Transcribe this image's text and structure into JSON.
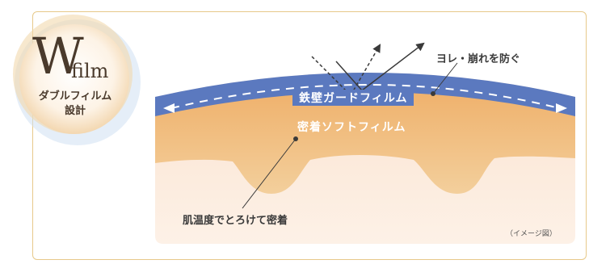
{
  "badge": {
    "logo_letter": "W",
    "logo_word": "film",
    "subtitle_line1": "ダブルフィルム",
    "subtitle_line2": "設計"
  },
  "labels": {
    "guard_film": "鉄壁ガードフィルム",
    "soft_film": "密着ソフトフィルム",
    "prevent": "ヨレ・崩れを防ぐ",
    "melt": "肌温度でとろけて密着",
    "note": "（イメージ図）"
  },
  "colors": {
    "frame_border": "#e7c98a",
    "guard_film": "#5b79bf",
    "soft_film": "#e8a761",
    "skin": "#fbe6d6",
    "text": "#3a3a3a"
  }
}
